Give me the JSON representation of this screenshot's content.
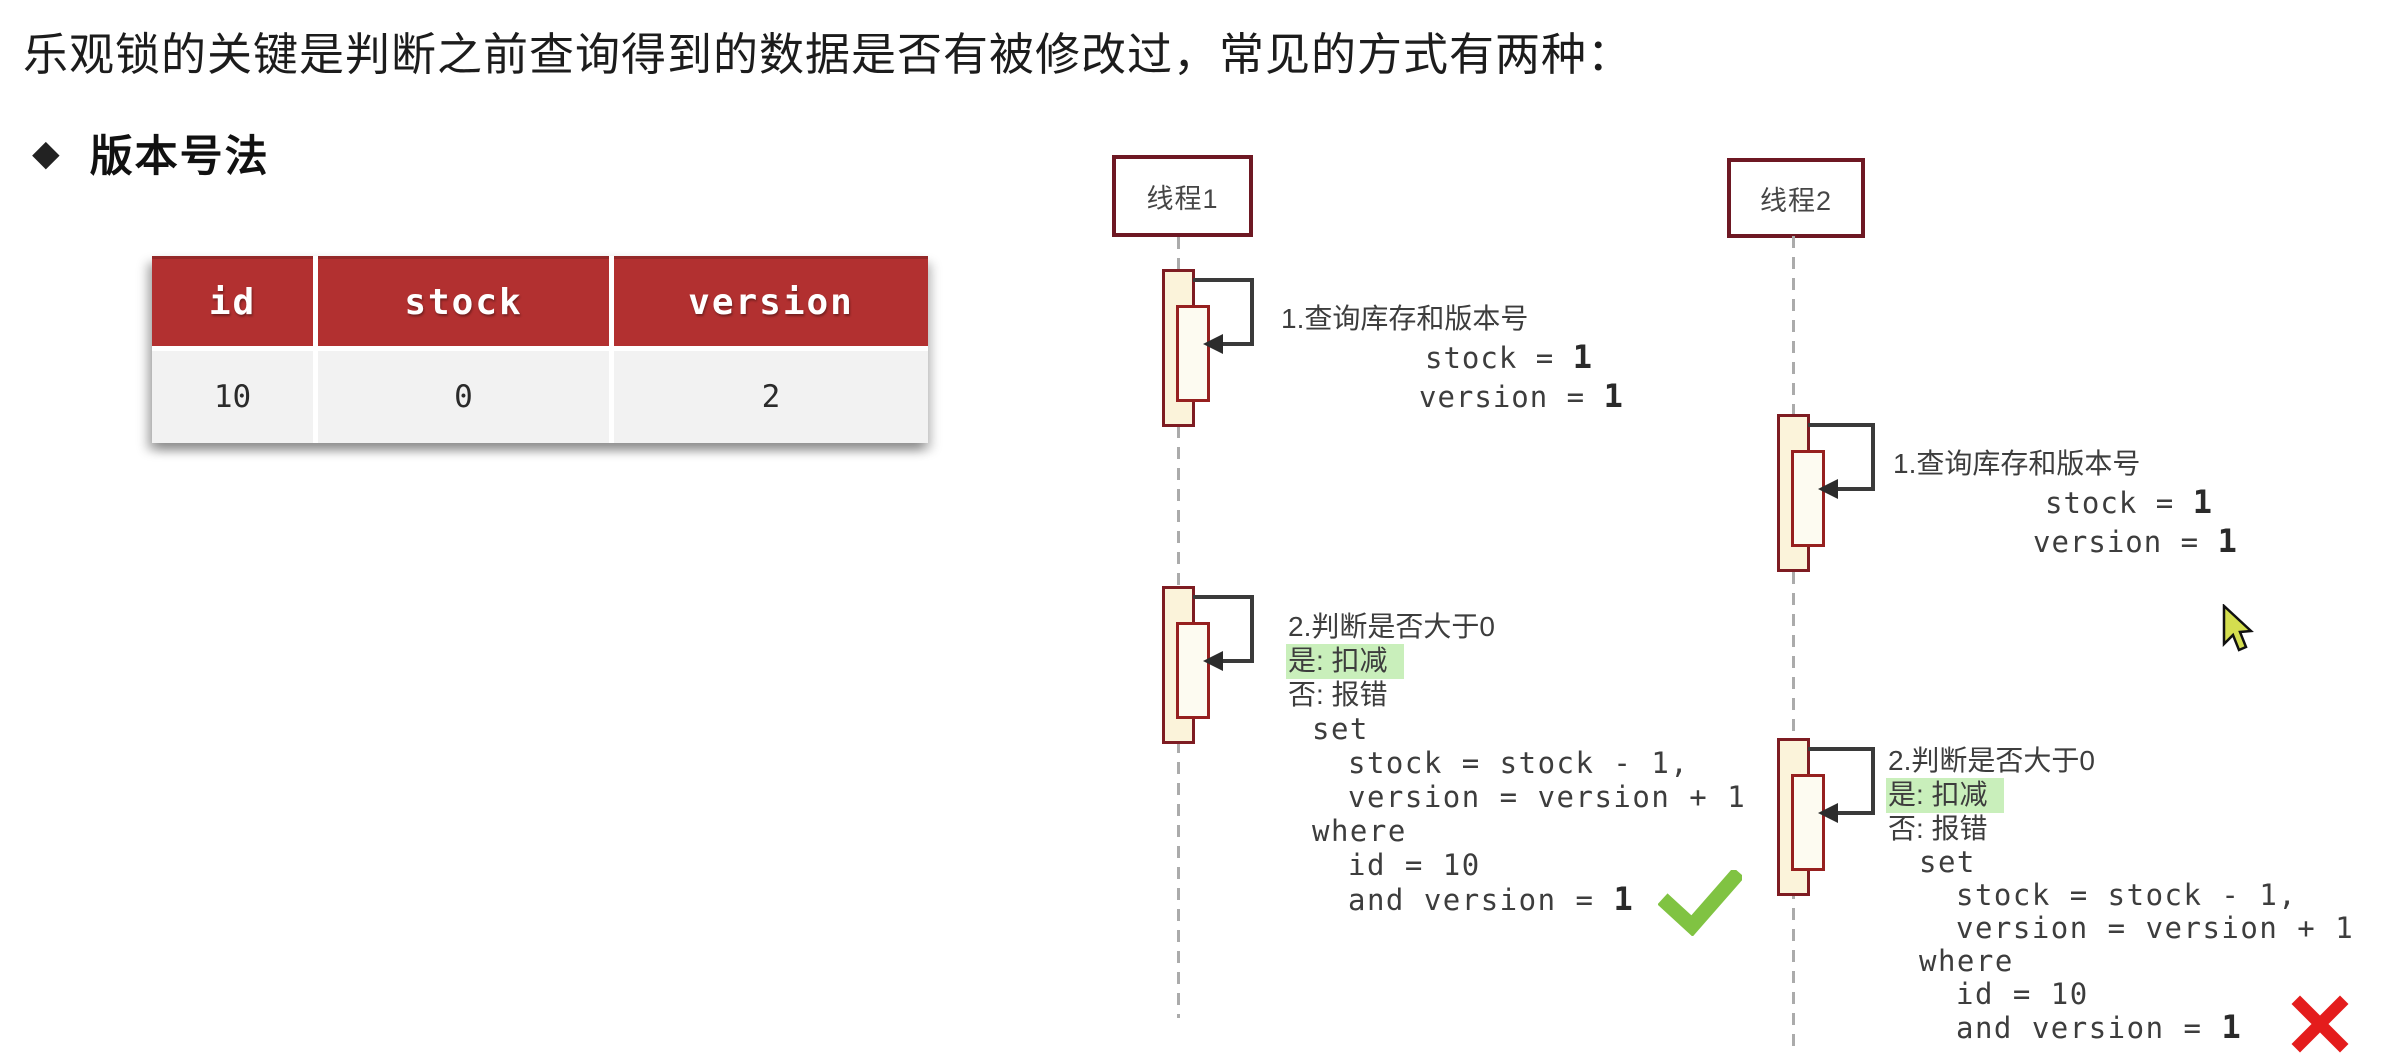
{
  "intro": "乐观锁的关键是判断之前查询得到的数据是否有被修改过，常见的方式有两种：",
  "section": {
    "bullet": "◆",
    "title": "版本号法"
  },
  "table": {
    "headers": [
      "id",
      "stock",
      "version"
    ],
    "row": [
      "10",
      "0",
      "2"
    ]
  },
  "thread1": {
    "name": "线程1",
    "step1": {
      "title": "1.查询库存和版本号",
      "stock_label": "stock = ",
      "stock_value": "1",
      "version_label": "version = ",
      "version_value": "1"
    },
    "step2": {
      "title": "2.判断是否大于0",
      "yes": "是: 扣减",
      "no": "否: 报错",
      "sql": [
        "set",
        "stock = stock - 1,",
        "version = version + 1",
        "where",
        "id = 10"
      ],
      "sql_last_label": "and version = ",
      "sql_last_value": "1",
      "result": "success"
    }
  },
  "thread2": {
    "name": "线程2",
    "step1": {
      "title": "1.查询库存和版本号",
      "stock_label": "stock = ",
      "stock_value": "1",
      "version_label": "version = ",
      "version_value": "1"
    },
    "step2": {
      "title": "2.判断是否大于0",
      "yes": "是: 扣减",
      "no": "否: 报错",
      "sql": [
        "set",
        "stock = stock - 1,",
        "version = version + 1",
        "where",
        "id = 10"
      ],
      "sql_last_label": "and version = ",
      "sql_last_value": "1",
      "result": "fail"
    }
  },
  "colors": {
    "header_bg": "#b23030",
    "row_bg": "#f2f2f2",
    "maroon": "#6e1823",
    "act_border": "#7e1c22",
    "act_inner_border": "#96201f",
    "act_fill": "#fbf3da",
    "act_inner_fill": "#fdfbf1",
    "arrow": "#3a3a3a",
    "lifeline": "#ababab",
    "hl_green": "#c9efbb",
    "check_green": "#80c342",
    "cross_red": "#e41c1c",
    "cursor_fill": "#d4de4f",
    "text_dark": "#1c1c1c",
    "text_note": "#3d3d3d"
  }
}
